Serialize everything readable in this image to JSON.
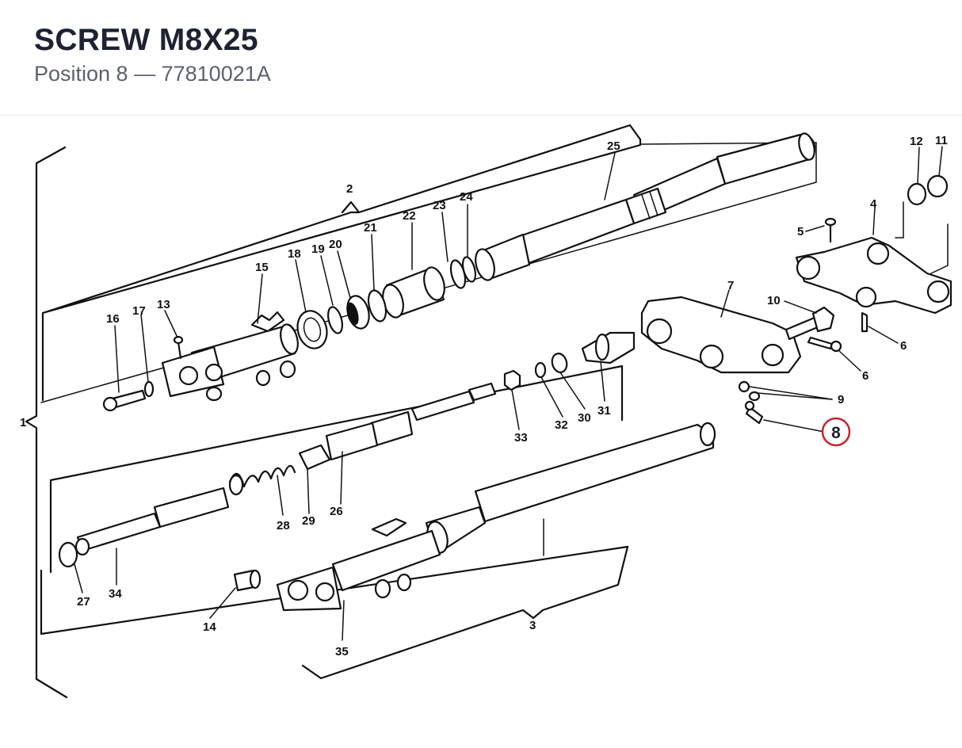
{
  "header": {
    "title": "SCREW M8X25",
    "position_label": "Position 8",
    "separator": "—",
    "part_number": "77810021A"
  },
  "diagram": {
    "callouts": [
      "1",
      "2",
      "3",
      "4",
      "5",
      "6",
      "6",
      "7",
      "8",
      "9",
      "10",
      "11",
      "12",
      "13",
      "14",
      "15",
      "16",
      "17",
      "18",
      "19",
      "20",
      "21",
      "22",
      "23",
      "24",
      "25",
      "26",
      "27",
      "28",
      "29",
      "30",
      "31",
      "32",
      "33",
      "34",
      "35"
    ],
    "highlighted_callout": "8"
  }
}
